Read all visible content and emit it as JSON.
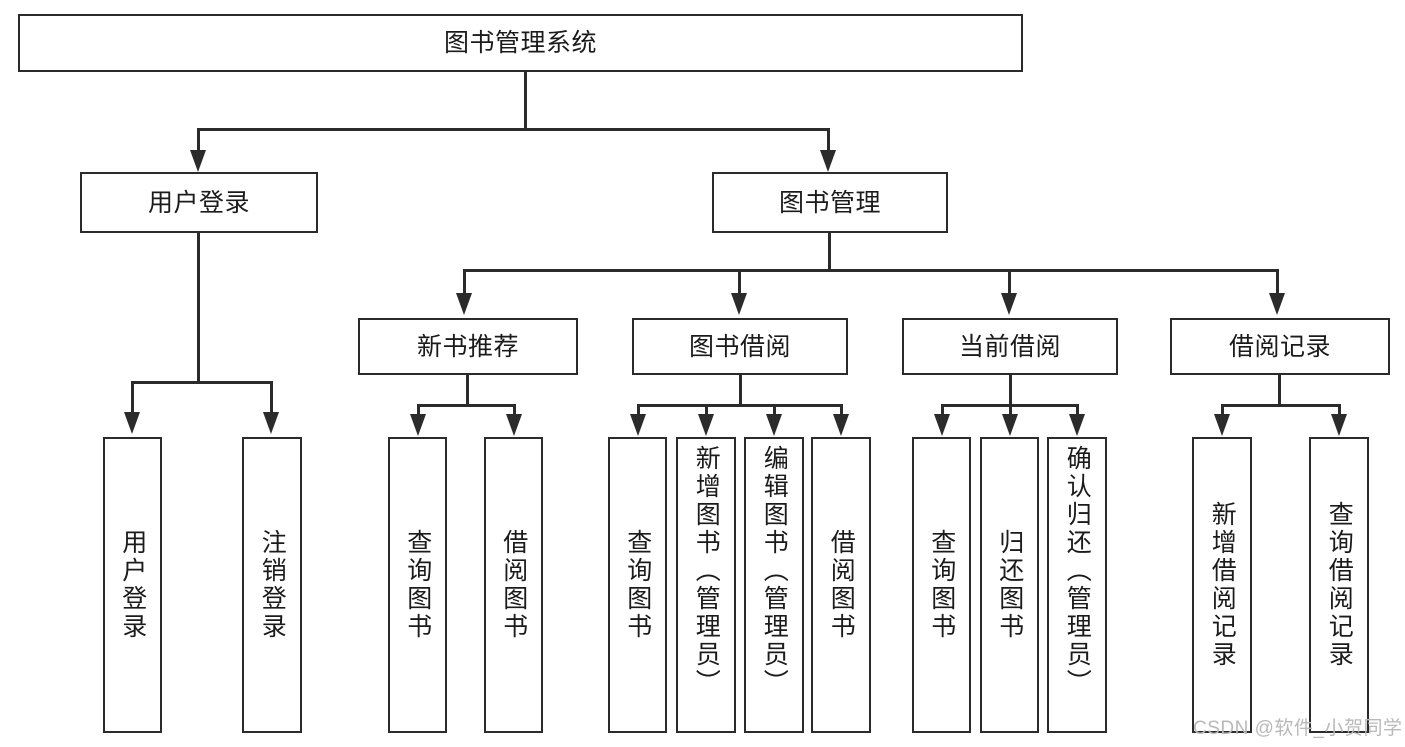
{
  "diagram": {
    "title_node": {
      "label": "图书管理系统"
    },
    "level1": [
      {
        "id": "user-login",
        "label": "用户登录"
      },
      {
        "id": "book-management",
        "label": "图书管理"
      }
    ],
    "level2": [
      {
        "id": "new-book-recommend",
        "label": "新书推荐"
      },
      {
        "id": "book-borrow",
        "label": "图书借阅"
      },
      {
        "id": "current-borrow",
        "label": "当前借阅"
      },
      {
        "id": "borrow-record",
        "label": "借阅记录"
      }
    ],
    "leaves": {
      "user_login": [
        {
          "id": "leaf-user-login",
          "label": "用户登录"
        },
        {
          "id": "leaf-logout-login",
          "label": "注销登录"
        }
      ],
      "new_book_recommend": [
        {
          "id": "leaf-query-book-1",
          "label": "查询图书"
        },
        {
          "id": "leaf-borrow-book-1",
          "label": "借阅图书"
        }
      ],
      "book_borrow": [
        {
          "id": "leaf-query-book-2",
          "label": "查询图书"
        },
        {
          "id": "leaf-add-book",
          "label": "新增图书（管理员）"
        },
        {
          "id": "leaf-edit-book",
          "label": "编辑图书（管理员）"
        },
        {
          "id": "leaf-borrow-book-2",
          "label": "借阅图书"
        }
      ],
      "current_borrow": [
        {
          "id": "leaf-query-book-3",
          "label": "查询图书"
        },
        {
          "id": "leaf-return-book",
          "label": "归还图书"
        },
        {
          "id": "leaf-confirm-return",
          "label": "确认归还（管理员）"
        }
      ],
      "borrow_record": [
        {
          "id": "leaf-add-borrow-record",
          "label": "新增借阅记录"
        },
        {
          "id": "leaf-query-borrow-record",
          "label": "查询借阅记录"
        }
      ]
    }
  },
  "watermark": {
    "text": "CSDN @软件_小贺同学"
  },
  "colors": {
    "stroke": "#2b2b2b",
    "background": "#ffffff",
    "text": "#1b1b1b",
    "watermark": "#b9b9b9"
  }
}
